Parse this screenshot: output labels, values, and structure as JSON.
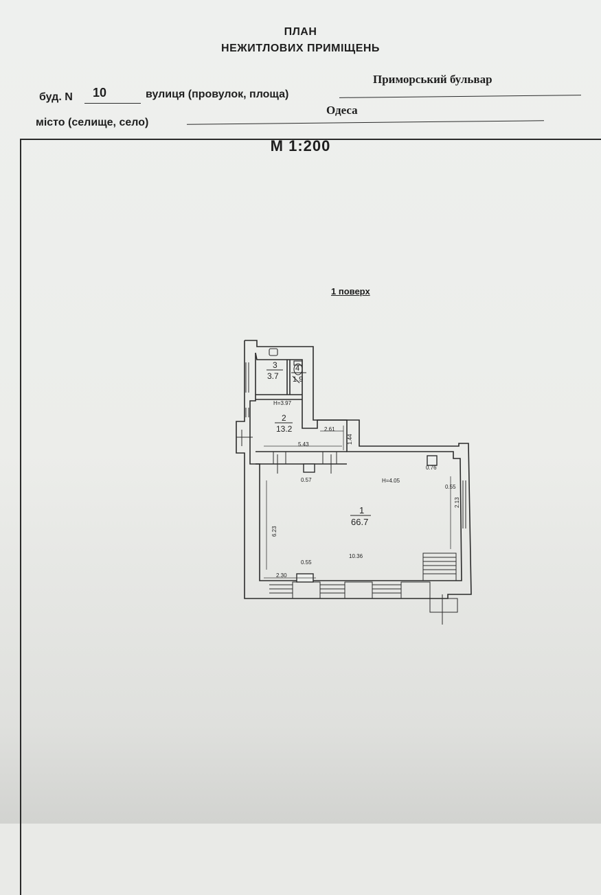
{
  "title": {
    "line1": "ПЛАН",
    "line2": "НЕЖИТЛОВИХ ПРИМІЩЕНЬ"
  },
  "address": {
    "building_label": "буд. N",
    "building_number": "10",
    "street_label": "вулиця (провулок, площа)",
    "street_value": "Приморський бульвар",
    "city_label": "місто (селище, село)",
    "city_value": "Одеса"
  },
  "scale_label": "М 1:200",
  "floor_label": "1 поверх",
  "rooms": [
    {
      "number": "1",
      "area": "66.7"
    },
    {
      "number": "2",
      "area": "13.2"
    },
    {
      "number": "3",
      "area": "3.7"
    },
    {
      "number": "4",
      "area": "1.9"
    }
  ],
  "dimensions": {
    "h_upper": "H=3.97",
    "h_main": "H=4.05",
    "d_261": "2.61",
    "d_144": "1.44",
    "d_543": "5.43",
    "d_076": "0.76",
    "d_057": "0.57",
    "d_055_right": "0.55",
    "d_213": "2.13",
    "d_623": "6.23",
    "d_1036": "10.36",
    "d_055_bottom": "0.55",
    "d_230": "2.30"
  }
}
